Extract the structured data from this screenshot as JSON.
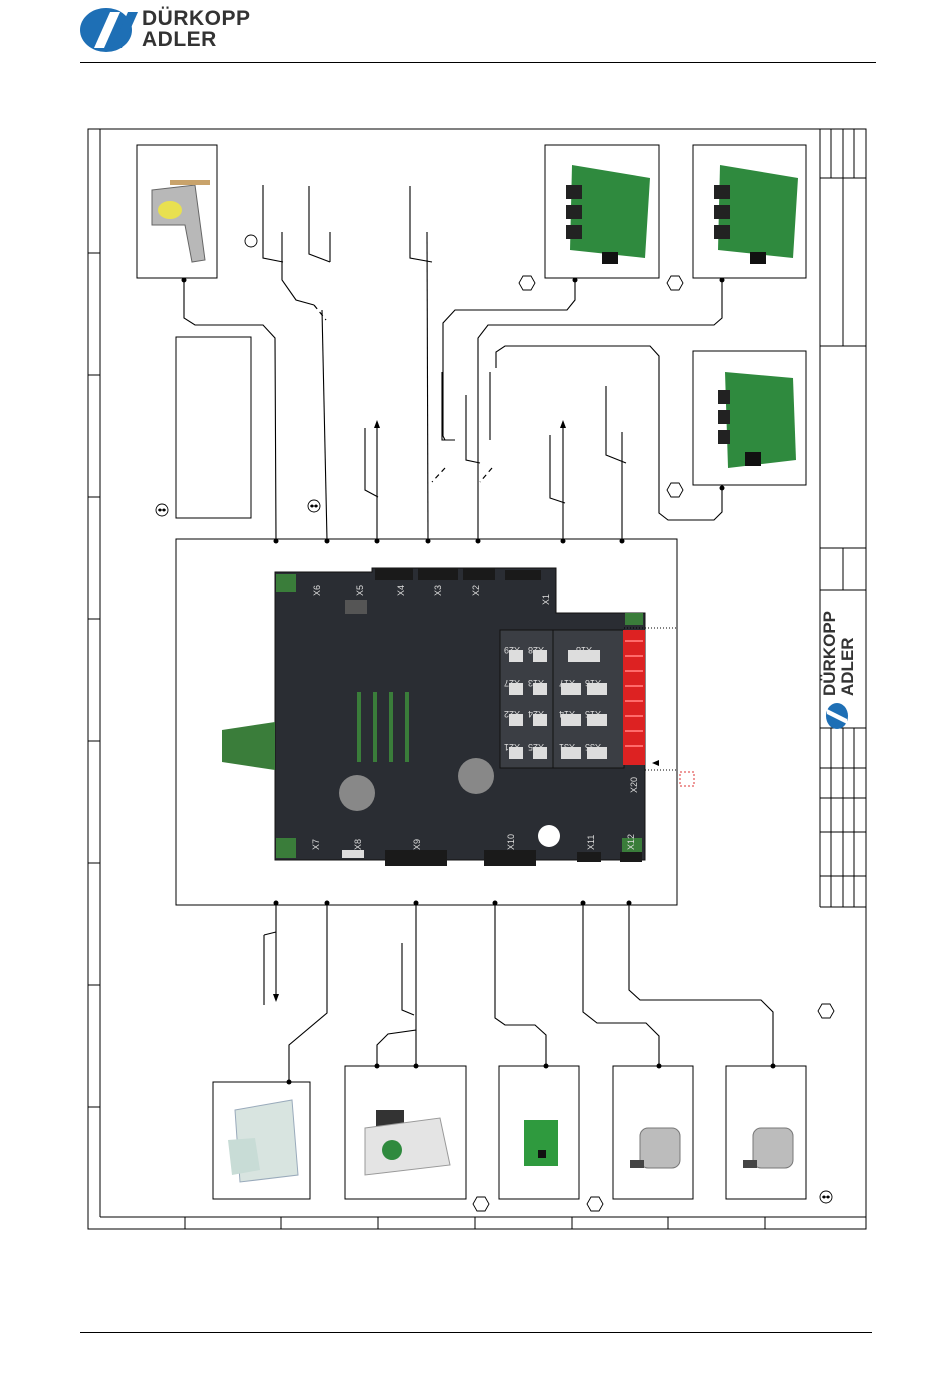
{
  "brand": {
    "line1": "DÜRKOPP",
    "line2": "ADLER",
    "color": "#1e6fb5"
  },
  "connectors": {
    "x6": "X6",
    "x5": "X5",
    "x4": "X4",
    "x3": "X3",
    "x2": "X2",
    "x1": "X1",
    "x7": "X7",
    "x8": "X8",
    "x9": "X9",
    "x10": "X10",
    "x11": "X11",
    "x12": "X12",
    "x20": "X20",
    "x18": "X18",
    "x28": "X28",
    "x29": "X29",
    "x17": "X17",
    "x13": "X13",
    "x27": "X27",
    "x16": "X16",
    "x14": "X14",
    "x24": "X24",
    "x15": "X15",
    "x22": "X22",
    "x26": "X26",
    "x31": "X31",
    "x35": "X35",
    "x21": "X21",
    "x25": "X25",
    "x32": "X32",
    "x33": "X33"
  },
  "icons": {
    "symbol": "plug-symbol-icon",
    "hexagon": "hexagon-marker-icon",
    "circle": "circle-marker-icon"
  }
}
